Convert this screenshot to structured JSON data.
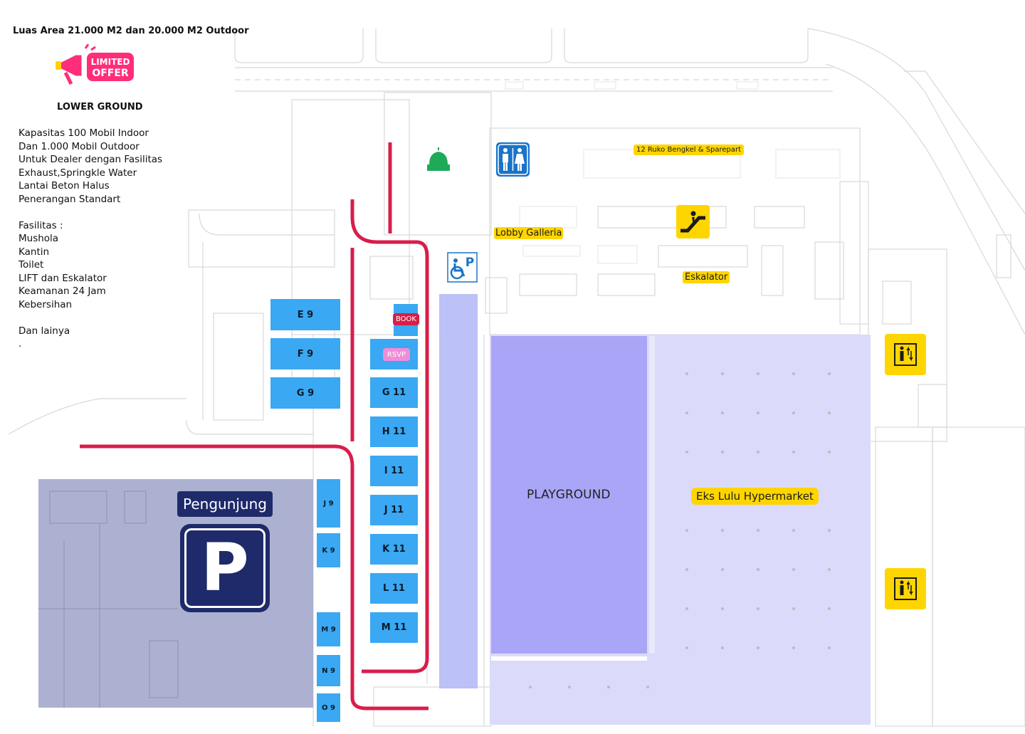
{
  "header": {
    "area_title": "Luas Area 21.000 M2 dan 20.000 M2 Outdoor",
    "badge_top": "LIMITED",
    "badge_bottom": "OFFER",
    "floor_title": "LOWER GROUND"
  },
  "info": {
    "lines": [
      "Kapasitas 100 Mobil Indoor",
      "Dan 1.000 Mobil Outdoor",
      "Untuk Dealer dengan Fasilitas",
      "Exhaust,Springkle Water",
      "Lantai Beton Halus",
      "Penerangan Standart",
      "",
      "Fasilitas :",
      "Mushola",
      "Kantin",
      "Toilet",
      "LIFT dan Eskalator",
      "Keamanan 24 Jam",
      "Kebersihan",
      "",
      "Dan lainya",
      "."
    ]
  },
  "booths": {
    "e9": "E 9",
    "f9": "F 9",
    "g9": "G 9",
    "g11": "G 11",
    "h11": "H 11",
    "i11": "I 11",
    "j11": "J 11",
    "k11": "K 11",
    "l11": "L 11",
    "m11": "M 11",
    "j9": "J 9",
    "k9": "K 9",
    "m9": "M 9",
    "n9": "N 9",
    "o9": "O 9"
  },
  "status": {
    "book": "BOOK",
    "rsvp": "RSVP"
  },
  "zones": {
    "ruko": "12 Ruko Bengkel & Sparepart",
    "lobby": "Lobby Galleria",
    "eskalator": "Eskalator",
    "playground": "PLAYGROUND",
    "hypermarket": "Eks Lulu Hypermarket",
    "parking_visitor": "Pengunjung",
    "parking_letter": "P",
    "disabled_p": "P"
  },
  "colors": {
    "booth": "#3aa8f2",
    "route": "#d81e4a",
    "playground": "#a9a6f7",
    "hypermarket": "#dcdafa",
    "parking_zone": "#9fa3c9",
    "parking_navy": "#1f2a6b",
    "accent_yellow": "#ffd500",
    "book": "#d81e4a",
    "rsvp": "#f28bd9",
    "mosque": "#1faa59",
    "toilet": "#1a73c8"
  },
  "icons": {
    "mosque": "mosque-icon",
    "toilet": "toilet-icon",
    "escalator": "escalator-icon",
    "lift": "lift-icon",
    "disabled": "wheelchair-icon",
    "megaphone": "megaphone-icon"
  }
}
